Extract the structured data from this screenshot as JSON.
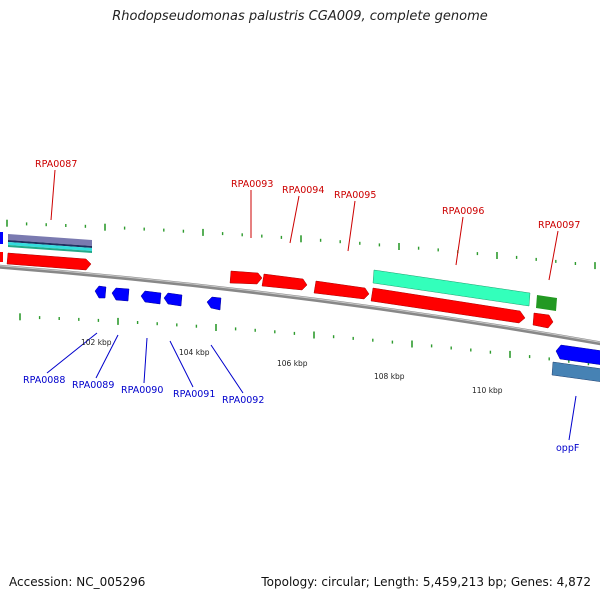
{
  "title": "Rhodopseudomonas palustris CGA009, complete genome",
  "footer": {
    "accession": "Accession: NC_005296",
    "summary": "Topology: circular; Length: 5,459,213 bp; Genes: 4,872"
  },
  "colors": {
    "forward_cds": "#ff0000",
    "reverse_cds": "#0000ff",
    "forward_label": "#cc0000",
    "reverse_label": "#0000cc",
    "backbone": "#888888",
    "ticks": "#2e9b2e",
    "blast_teal": "#33ffbb",
    "blast_green": "#229922",
    "blast_steel": "#4682b4",
    "blast_slate": "#7a7ab0"
  },
  "scale_labels": [
    {
      "text": "102 kbp"
    },
    {
      "text": "104 kbp"
    },
    {
      "text": "106 kbp"
    },
    {
      "text": "108 kbp"
    },
    {
      "text": "110 kbp"
    }
  ],
  "forward_genes": [
    {
      "name": "RPA0087"
    },
    {
      "name": "RPA0093"
    },
    {
      "name": "RPA0094"
    },
    {
      "name": "RPA0095"
    },
    {
      "name": "RPA0096"
    },
    {
      "name": "RPA0097"
    }
  ],
  "reverse_genes": [
    {
      "name": "RPA0088"
    },
    {
      "name": "RPA0089"
    },
    {
      "name": "RPA0090"
    },
    {
      "name": "RPA0091"
    },
    {
      "name": "RPA0092"
    },
    {
      "name": "oppF"
    }
  ]
}
